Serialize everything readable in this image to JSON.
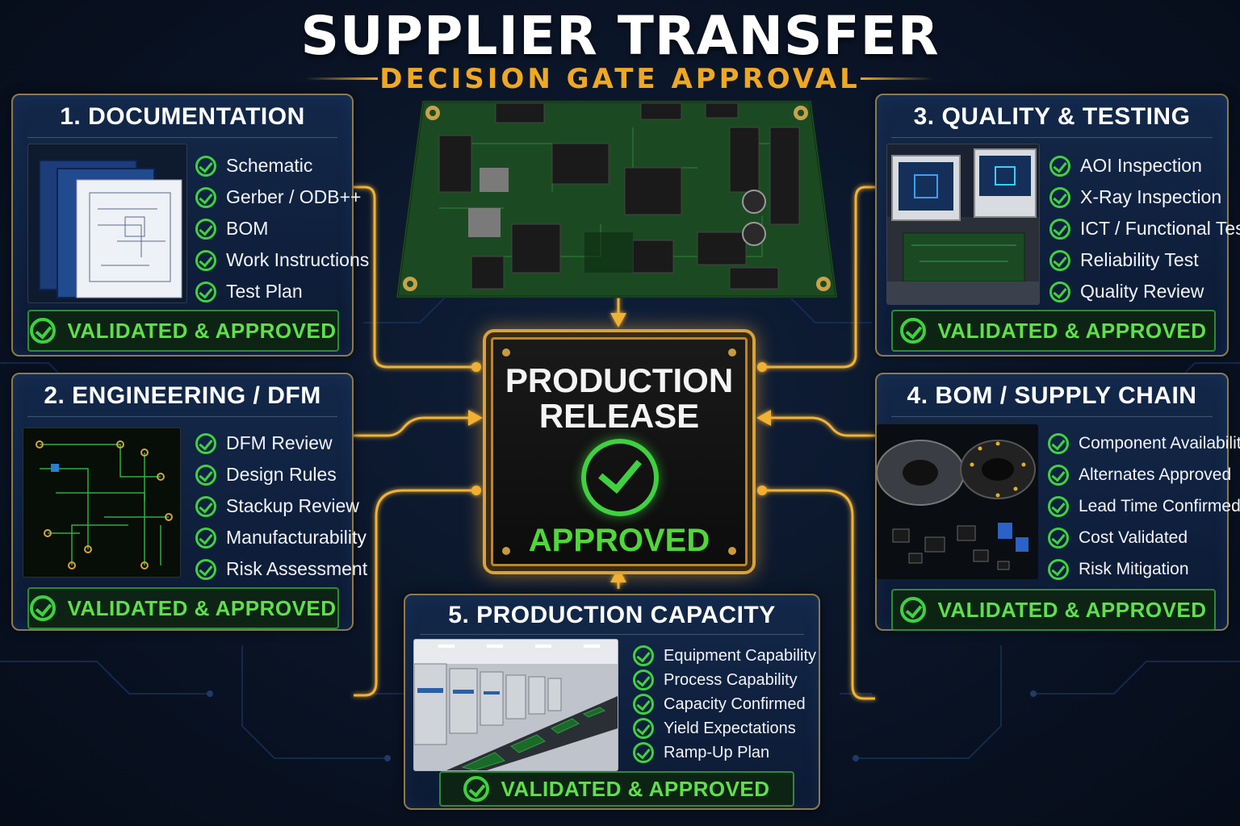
{
  "header": {
    "title": "SUPPLIER TRANSFER",
    "subtitle": "DECISION GATE APPROVAL"
  },
  "colors": {
    "accent_gold": "#f0a820",
    "approved_green": "#3fd13f",
    "panel_bg": "#13284a",
    "background": "#0a1426"
  },
  "center": {
    "title_line1": "PRODUCTION",
    "title_line2": "RELEASE",
    "status": "APPROVED",
    "icon": "check-circle-icon"
  },
  "panels": [
    {
      "title": "1. DOCUMENTATION",
      "image": "document-binders-icon",
      "items": [
        "Schematic",
        "Gerber / ODB++",
        "BOM",
        "Work Instructions",
        "Test Plan"
      ],
      "badge": "VALIDATED & APPROVED"
    },
    {
      "title": "2. ENGINEERING / DFM",
      "image": "pcb-layout-icon",
      "items": [
        "DFM Review",
        "Design Rules",
        "Stackup Review",
        "Manufacturability",
        "Risk Assessment"
      ],
      "badge": "VALIDATED & APPROVED"
    },
    {
      "title": "3. QUALITY & TESTING",
      "image": "inspection-machine-icon",
      "items": [
        "AOI Inspection",
        "X-Ray Inspection",
        "ICT / Functional Test",
        "Reliability Test",
        "Quality Review"
      ],
      "badge": "VALIDATED & APPROVED"
    },
    {
      "title": "4. BOM / SUPPLY CHAIN",
      "image": "component-reels-icon",
      "items": [
        "Component Availability",
        "Alternates Approved",
        "Lead Time Confirmed",
        "Cost Validated",
        "Risk Mitigation"
      ],
      "badge": "VALIDATED & APPROVED"
    },
    {
      "title": "5. PRODUCTION CAPACITY",
      "image": "smt-line-icon",
      "items": [
        "Equipment Capability",
        "Process Capability",
        "Capacity Confirmed",
        "Yield Expectations",
        "Ramp-Up Plan"
      ],
      "badge": "VALIDATED & APPROVED"
    }
  ]
}
